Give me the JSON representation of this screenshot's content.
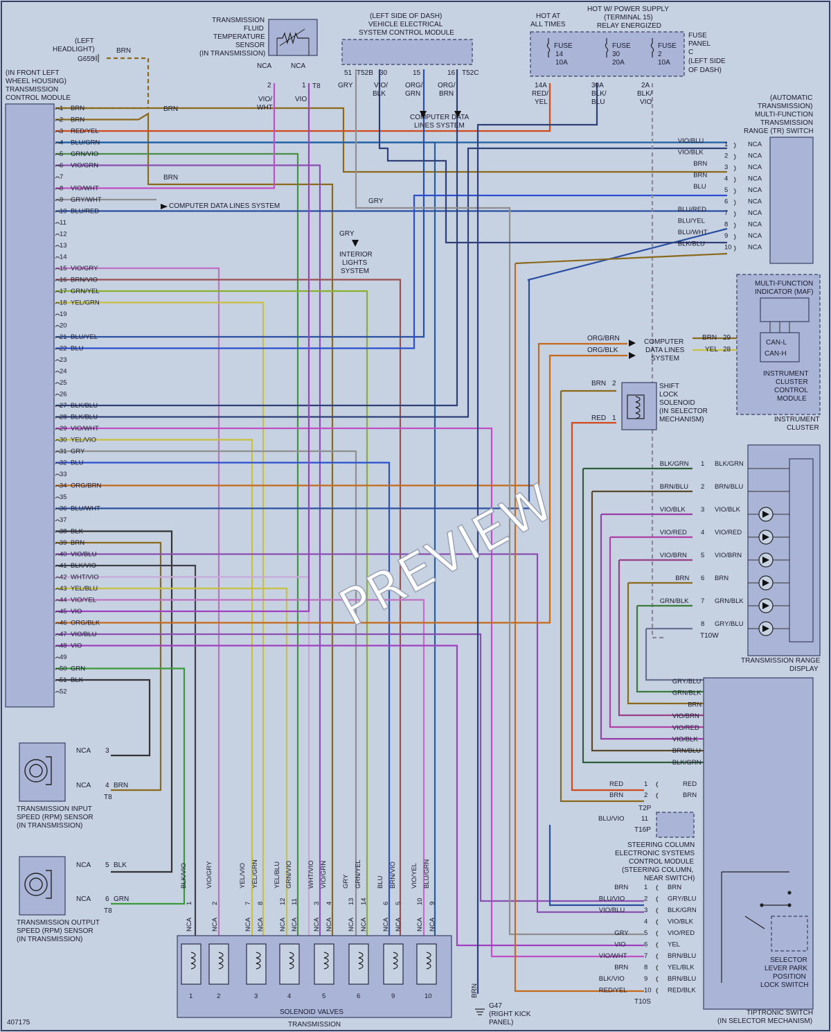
{
  "components": {
    "tcm": [
      "(IN FRONT LEFT",
      "WHEEL HOUSING)",
      "TRANSMISSION",
      "CONTROL MODULE"
    ],
    "headlight": [
      "(LEFT",
      "HEADLIGHT)",
      "G655"
    ],
    "fluid_temp_sensor": [
      "TRANSMISSION",
      "FLUID",
      "TEMPERATURE",
      "SENSOR",
      "(IN TRANSMISSION)"
    ],
    "vescm": [
      "(LEFT SIDE OF DASH)",
      "VEHICLE ELECTRICAL",
      "SYSTEM CONTROL MODULE"
    ],
    "hot_at_all_times": [
      "HOT AT",
      "ALL TIMES"
    ],
    "hot_power_supply": [
      "HOT W/ POWER SUPPLY",
      "(TERMINAL 15)",
      "RELAY ENERGIZED"
    ],
    "fuse_panel": [
      "FUSE",
      "PANEL",
      "C",
      "(LEFT SIDE",
      "OF DASH)"
    ],
    "fuses": [
      {
        "name": "FUSE",
        "num": "14",
        "amp": "10A"
      },
      {
        "name": "FUSE",
        "num": "30",
        "amp": "20A"
      },
      {
        "name": "FUSE",
        "num": "2",
        "amp": "10A"
      }
    ],
    "tr_switch": [
      "(AUTOMATIC",
      "TRANSMISSION)",
      "MULTI-FUNCTION",
      "TRANSMISSION",
      "RANGE (TR) SWITCH"
    ],
    "maf": [
      "MULTI-FUNCTION",
      "INDICATOR (MAF)"
    ],
    "can": [
      "CAN-L",
      "CAN-H"
    ],
    "icm": [
      "INSTRUMENT",
      "CLUSTER",
      "CONTROL",
      "MODULE"
    ],
    "instrument_cluster": [
      "INSTRUMENT",
      "CLUSTER"
    ],
    "cdls": [
      "COMPUTER",
      "DATA LINES",
      "SYSTEM"
    ],
    "cdls_top": [
      "COMPUTER DATA",
      "LINES SYSTEM"
    ],
    "cdls_left": "COMPUTER DATA LINES SYSTEM",
    "interior_lights": [
      "INTERIOR",
      "LIGHTS",
      "SYSTEM"
    ],
    "shift_lock": [
      "SHIFT",
      "LOCK",
      "SOLENOID",
      "(IN SELECTOR",
      "MECHANISM)"
    ],
    "range_display": [
      "TRANSMISSION RANGE",
      "DISPLAY"
    ],
    "steering_column": [
      "STEERING COLUMN",
      "ELECTRONIC SYSTEMS",
      "CONTROL MODULE",
      "(STEERING COLUMN,",
      "NEAR SWITCH)"
    ],
    "selector_lever": [
      "SELECTOR",
      "LEVER PARK",
      "POSITION",
      "LOCK SWITCH"
    ],
    "tiptronic": [
      "TIPTRONIC SWITCH",
      "(IN SELECTOR MECHANISM)"
    ],
    "input_speed": [
      "TRANSMISSION INPUT",
      "SPEED (RPM) SENSOR",
      "(IN TRANSMISSION)"
    ],
    "output_speed": [
      "TRANSMISSION OUTPUT",
      "SPEED (RPM) SENSOR",
      "(IN TRANSMISSION)"
    ],
    "solenoid_valves": "SOLENOID VALVES",
    "transmission": "TRANSMISSION",
    "ground": [
      "G47",
      "(RIGHT KICK",
      "PANEL)"
    ]
  },
  "connectors": {
    "t8": "T8",
    "t52b": "T52B",
    "t52c": "T52C",
    "t10w": "T10W",
    "t2p": "T2P",
    "t16p": "T16P",
    "t10s": "T10S"
  },
  "tcm_pins": [
    {
      "n": "1",
      "c": "BRN",
      "col": "#8a6a1a"
    },
    {
      "n": "2",
      "c": "BRN",
      "col": "#8a6a1a"
    },
    {
      "n": "3",
      "c": "RED/YEL",
      "col": "#d04a1c"
    },
    {
      "n": "4",
      "c": "BLU/GRN",
      "col": "#1f5fa6"
    },
    {
      "n": "5",
      "c": "GRN/VIO",
      "col": "#4a8f48"
    },
    {
      "n": "6",
      "c": "VIO/GRN",
      "col": "#8a4fb0"
    },
    {
      "n": "7",
      "c": "",
      "col": ""
    },
    {
      "n": "8",
      "c": "VIO/WHT",
      "col": "#c04ec4"
    },
    {
      "n": "9",
      "c": "GRY/WHT",
      "col": "#8f8f8f"
    },
    {
      "n": "10",
      "c": "BLU/RED",
      "col": "#2b4fa0"
    },
    {
      "n": "11",
      "c": "",
      "col": ""
    },
    {
      "n": "12",
      "c": "",
      "col": ""
    },
    {
      "n": "13",
      "c": "",
      "col": ""
    },
    {
      "n": "14",
      "c": "",
      "col": ""
    },
    {
      "n": "15",
      "c": "VIO/GRY",
      "col": "#c070c0"
    },
    {
      "n": "16",
      "c": "BRN/VIO",
      "col": "#9a5050"
    },
    {
      "n": "17",
      "c": "GRN/YEL",
      "col": "#8ab030"
    },
    {
      "n": "18",
      "c": "YEL/GRN",
      "col": "#c8c040"
    },
    {
      "n": "19",
      "c": "",
      "col": ""
    },
    {
      "n": "20",
      "c": "",
      "col": ""
    },
    {
      "n": "21",
      "c": "BLU/YEL",
      "col": "#2b4fa0"
    },
    {
      "n": "22",
      "c": "BLU",
      "col": "#2b4fd0"
    },
    {
      "n": "23",
      "c": "",
      "col": ""
    },
    {
      "n": "24",
      "c": "",
      "col": ""
    },
    {
      "n": "25",
      "c": "",
      "col": ""
    },
    {
      "n": "26",
      "c": "",
      "col": ""
    },
    {
      "n": "27",
      "c": "BLK/BLU",
      "col": "#2f3f78"
    },
    {
      "n": "28",
      "c": "BLK/BLU",
      "col": "#2f3f78"
    },
    {
      "n": "29",
      "c": "VIO/WHT",
      "col": "#c04ec4"
    },
    {
      "n": "30",
      "c": "YEL/VIO",
      "col": "#c8c040"
    },
    {
      "n": "31",
      "c": "GRY",
      "col": "#8f8f8f"
    },
    {
      "n": "32",
      "c": "BLU",
      "col": "#2b4fd0"
    },
    {
      "n": "33",
      "c": "",
      "col": ""
    },
    {
      "n": "34",
      "c": "ORG/BRN",
      "col": "#c46a1a"
    },
    {
      "n": "35",
      "c": "",
      "col": ""
    },
    {
      "n": "36",
      "c": "BLU/WHT",
      "col": "#2b4fa0"
    },
    {
      "n": "37",
      "c": "",
      "col": ""
    },
    {
      "n": "38",
      "c": "BLK",
      "col": "#333333"
    },
    {
      "n": "39",
      "c": "BRN",
      "col": "#8a6a1a"
    },
    {
      "n": "40",
      "c": "VIO/BLU",
      "col": "#8a4fb0"
    },
    {
      "n": "41",
      "c": "BLK/VIO",
      "col": "#404048"
    },
    {
      "n": "42",
      "c": "WHT/VIO",
      "col": "#c8a8d8"
    },
    {
      "n": "43",
      "c": "YEL/BLU",
      "col": "#c8c040"
    },
    {
      "n": "44",
      "c": "VIO/YEL",
      "col": "#c070c0"
    },
    {
      "n": "45",
      "c": "VIO",
      "col": "#a040c0"
    },
    {
      "n": "46",
      "c": "ORG/BLK",
      "col": "#c46a1a"
    },
    {
      "n": "47",
      "c": "VIO/BLU",
      "col": "#8a4fb0"
    },
    {
      "n": "48",
      "c": "VIO",
      "col": "#a040c0"
    },
    {
      "n": "49",
      "c": "",
      "col": ""
    },
    {
      "n": "50",
      "c": "GRN",
      "col": "#3a9a3a"
    },
    {
      "n": "51",
      "c": "BLK",
      "col": "#333333"
    },
    {
      "n": "52",
      "c": "",
      "col": ""
    }
  ],
  "tr_pins": [
    {
      "n": "1",
      "c": "VIO/BLU",
      "nca": "NCA"
    },
    {
      "n": "2",
      "c": "VIO/BLK",
      "nca": "NCA"
    },
    {
      "n": "3",
      "c": "BRN",
      "nca": "NCA"
    },
    {
      "n": "4",
      "c": "BRN",
      "nca": "NCA"
    },
    {
      "n": "5",
      "c": "BLU",
      "nca": "NCA"
    },
    {
      "n": "6",
      "c": "",
      "nca": "NCA"
    },
    {
      "n": "7",
      "c": "BLU/RED",
      "nca": "NCA"
    },
    {
      "n": "8",
      "c": "BLU/YEL",
      "nca": "NCA"
    },
    {
      "n": "9",
      "c": "BLU/WHT",
      "nca": "NCA"
    },
    {
      "n": "10",
      "c": "BLK/BLU",
      "nca": "NCA"
    }
  ],
  "display_pins": [
    {
      "n": "1",
      "l": "BLK/GRN",
      "r": "BLK/GRN"
    },
    {
      "n": "2",
      "l": "BRN/BLU",
      "r": "BRN/BLU"
    },
    {
      "n": "3",
      "l": "VIO/BLK",
      "r": "VIO/BLK"
    },
    {
      "n": "4",
      "l": "VIO/RED",
      "r": "VIO/RED"
    },
    {
      "n": "5",
      "l": "VIO/BRN",
      "r": "VIO/BRN"
    },
    {
      "n": "6",
      "l": "BRN",
      "r": "BRN"
    },
    {
      "n": "7",
      "l": "GRN/BLK",
      "r": "GRN/BLK"
    },
    {
      "n": "8",
      "l": "",
      "r": "GRY/BLU"
    }
  ],
  "tiptronic_upper": [
    "GRY/BLU",
    "GRN/BLK",
    "BRN",
    "VIO/BRN",
    "VIO/RED",
    "VIO/BLK",
    "BRN/BLU",
    "BLK/GRN"
  ],
  "t2p_pins": [
    {
      "n": "1",
      "l": "RED",
      "r": "RED"
    },
    {
      "n": "2",
      "l": "BRN",
      "r": "BRN"
    }
  ],
  "t16p_pin": {
    "n": "11",
    "l": "BLU/VIO"
  },
  "t10s_pins": [
    {
      "n": "1",
      "l": "BRN",
      "r": "BRN"
    },
    {
      "n": "2",
      "l": "BLU/VIO",
      "r": "GRY/BLU"
    },
    {
      "n": "3",
      "l": "VIO/BLU",
      "r": "BLK/GRN"
    },
    {
      "n": "4",
      "l": "",
      "r": "VIO/BLK"
    },
    {
      "n": "5",
      "l": "GRY",
      "r": "VIO/RED"
    },
    {
      "n": "6",
      "l": "VIO",
      "r": "YEL"
    },
    {
      "n": "7",
      "l": "VIO/WHT",
      "r": "BRN/BLU"
    },
    {
      "n": "8",
      "l": "BRN",
      "r": "YEL/BLK"
    },
    {
      "n": "9",
      "l": "BLK/VIO",
      "r": "BRN/BLU"
    },
    {
      "n": "10",
      "l": "RED/YEL",
      "r": "RED/BLK"
    }
  ],
  "solenoid_conn": [
    {
      "pin": "1",
      "c": "BLK/VIO"
    },
    {
      "pin": "2",
      "c": "VIO/GRY"
    },
    {
      "pin": "7",
      "c": "YEL/VIO"
    },
    {
      "pin": "8",
      "c": "YEL/GRN"
    },
    {
      "pin": "12",
      "c": "YEL/BLU"
    },
    {
      "pin": "11",
      "c": "GRN/VIO"
    },
    {
      "pin": "3",
      "c": "WHT/VIO"
    },
    {
      "pin": "4",
      "c": "VIO/GRN"
    },
    {
      "pin": "13",
      "c": "GRY"
    },
    {
      "pin": "14",
      "c": "GRN/YEL"
    },
    {
      "pin": "6",
      "c": "BLU"
    },
    {
      "pin": "5",
      "c": "BRN/VIO"
    },
    {
      "pin": "10",
      "c": "VIO/YEL"
    },
    {
      "pin": "9",
      "c": "BLU/GRN"
    }
  ],
  "solenoid_numbers": [
    "1",
    "2",
    "3",
    "4",
    "5",
    "6",
    "9",
    "10"
  ],
  "speed_sensor_pins": {
    "input": [
      {
        "n": "3",
        "c": ""
      },
      {
        "n": "4",
        "c": "BRN"
      }
    ],
    "output": [
      {
        "n": "5",
        "c": "BLK"
      },
      {
        "n": "6",
        "c": "GRN"
      }
    ]
  },
  "labels": {
    "nca": "NCA",
    "brn": "BRN",
    "gry": "GRY",
    "red": "RED",
    "yel": "YEL",
    "vio_wht": [
      "VIO/",
      "WHT"
    ],
    "vio": "VIO",
    "vio_blk": [
      "VIO/",
      "BLK"
    ],
    "org_grn": [
      "ORG/",
      "GRN"
    ],
    "org_brn": [
      "ORG/",
      "BRN"
    ],
    "org_brn_full": "ORG/BRN",
    "org_blk_full": "ORG/BLK",
    "fuse_out": [
      [
        "14A",
        "RED/",
        "YEL"
      ],
      [
        "30A",
        "BLK/",
        "BLU"
      ],
      [
        "2A",
        "BLK/",
        "VIO"
      ]
    ],
    "pin_2": "2",
    "pin_1": "1",
    "pin_51": "51",
    "pin_30": "30",
    "pin_15": "15",
    "pin_16": "16",
    "pin_29": "29",
    "pin_28": "28"
  },
  "doc_number": "407175",
  "watermark": "PREVIEW"
}
